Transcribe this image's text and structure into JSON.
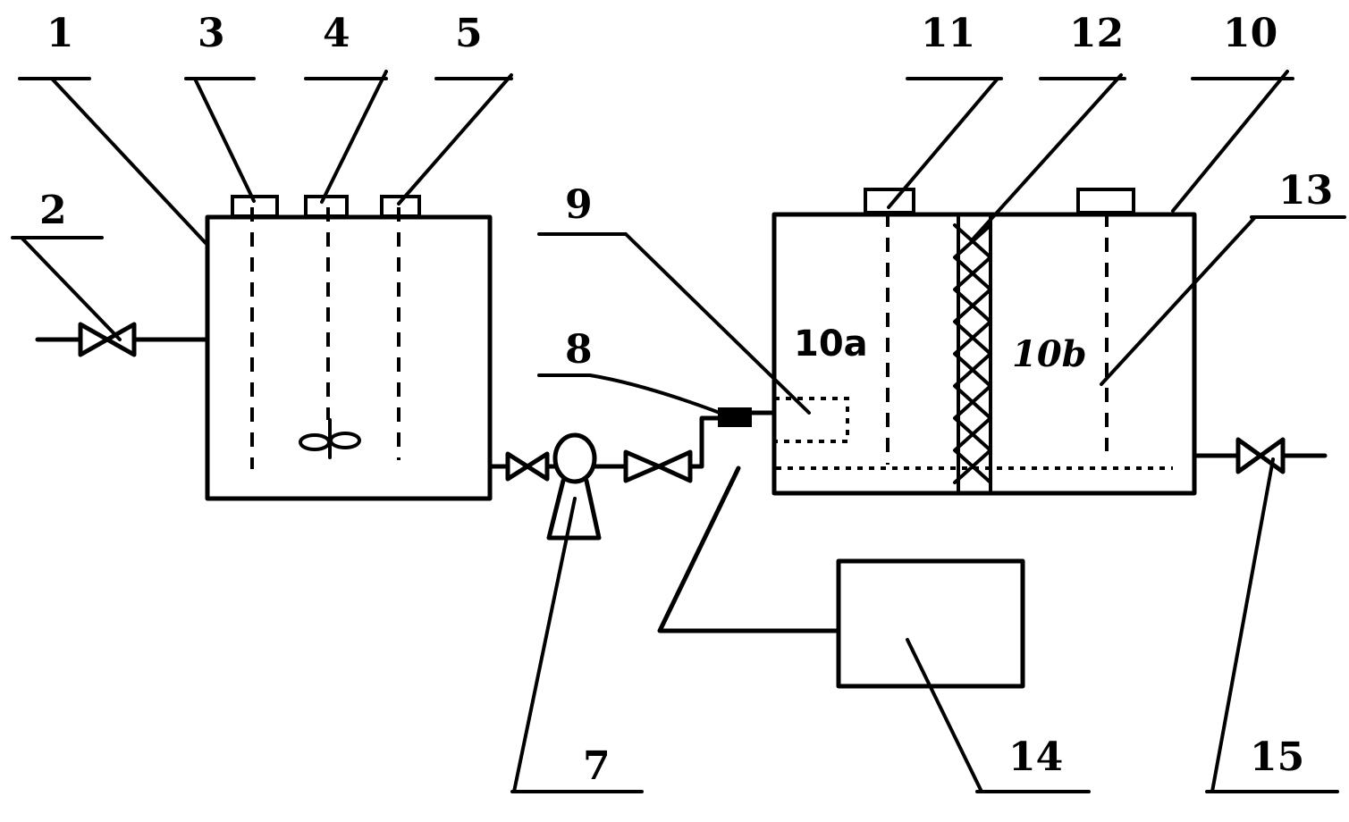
{
  "labels": {
    "l1": "1",
    "l2": "2",
    "l3": "3",
    "l4": "4",
    "l5": "5",
    "l7": "7",
    "l8": "8",
    "l9": "9",
    "l10": "10",
    "l11": "11",
    "l12": "12",
    "l13": "13",
    "l14": "14",
    "l15": "15"
  },
  "zones": {
    "a": "10a",
    "b": "10b"
  }
}
